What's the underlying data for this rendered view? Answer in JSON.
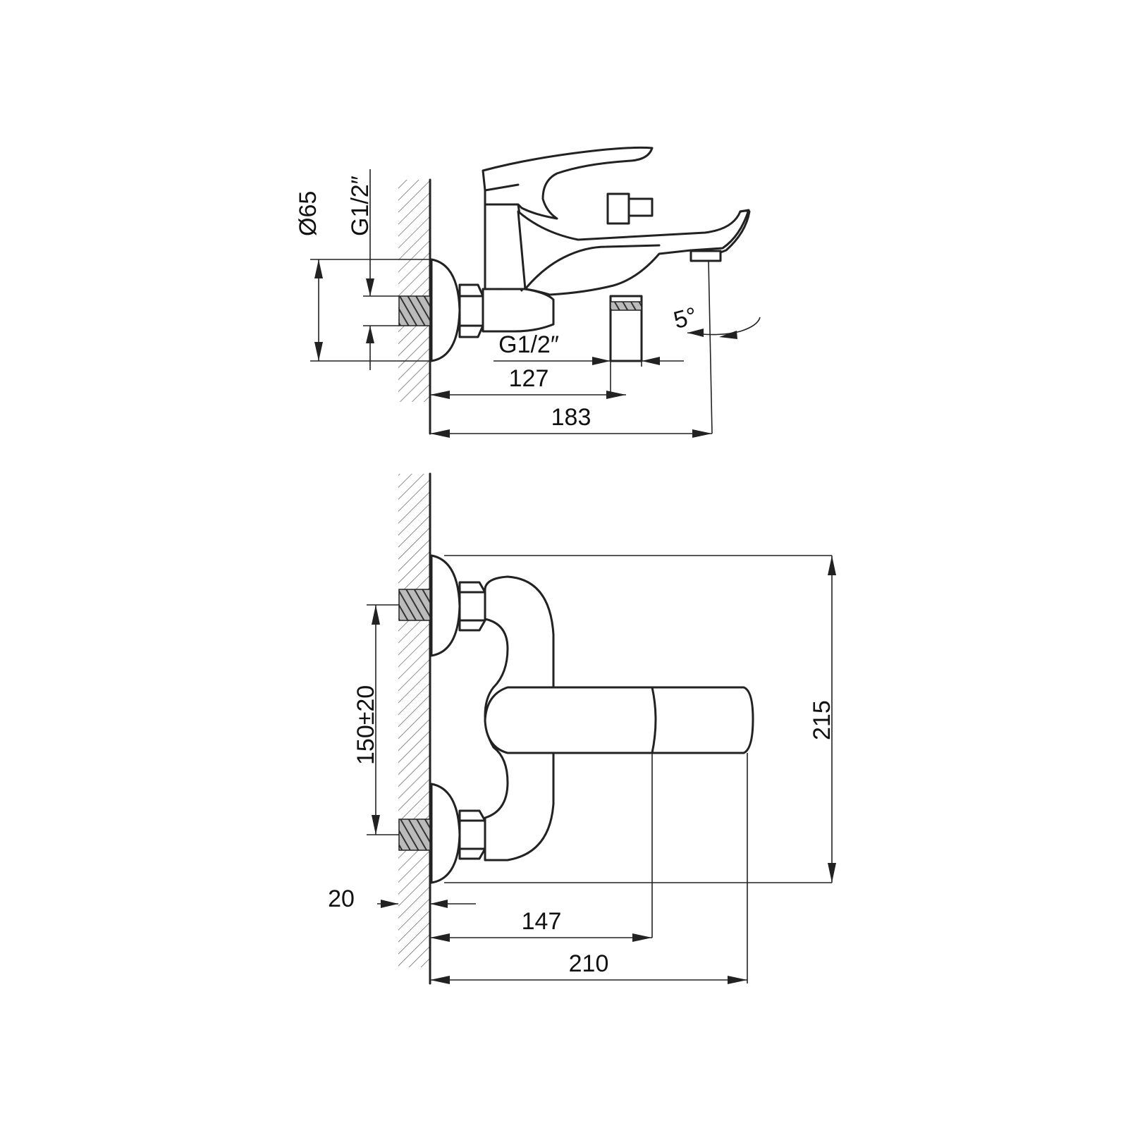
{
  "top_view": {
    "diameter_label": "Ø65",
    "wall_thread_label": "G1/2″",
    "outlet_thread_label": "G1/2″",
    "angle_label": "5°",
    "dim_outlet": "127",
    "dim_spout": "183"
  },
  "front_view": {
    "dim_inlet_spacing": "150±20",
    "dim_height": "215",
    "dim_offset": "20",
    "dim_body": "147",
    "dim_total": "210"
  }
}
